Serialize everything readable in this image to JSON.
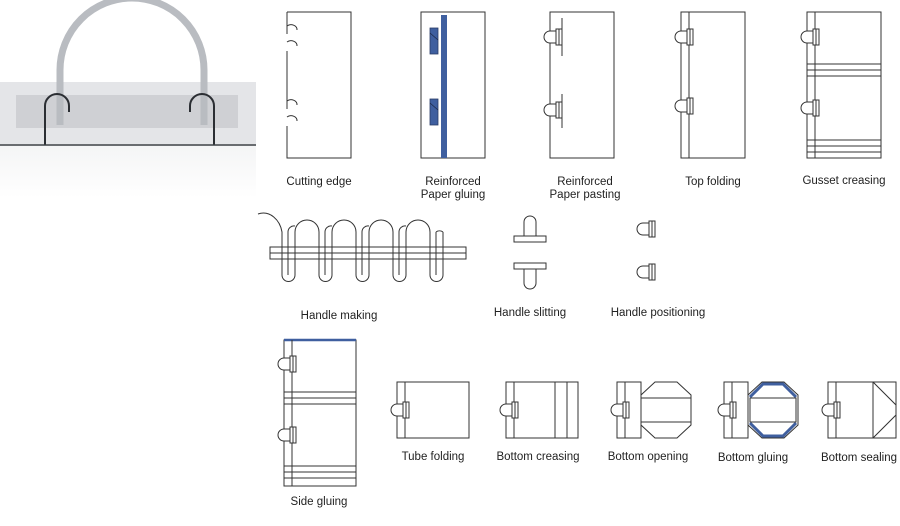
{
  "colors": {
    "accent": "#3f5f9f",
    "stroke": "#333333",
    "handle_loop": "#b9bcc1",
    "photo_gradient_top": "#e9eaec",
    "photo_gradient_bottom": "#ffffff"
  },
  "steps": {
    "cutting_edge": "Cutting edge",
    "reinforced_gluing_1": "Reinforced",
    "reinforced_gluing_2": "Paper gluing",
    "reinforced_pasting_1": "Reinforced",
    "reinforced_pasting_2": "Paper pasting",
    "top_folding": "Top folding",
    "gusset_creasing": "Gusset creasing",
    "handle_making": "Handle making",
    "handle_slitting": "Handle slitting",
    "handle_positioning": "Handle positioning",
    "side_gluing": "Side gluing",
    "tube_folding": "Tube folding",
    "bottom_creasing": "Bottom creasing",
    "bottom_opening": "Bottom opening",
    "bottom_gluing": "Bottom gluing",
    "bottom_sealing": "Bottom sealing"
  }
}
